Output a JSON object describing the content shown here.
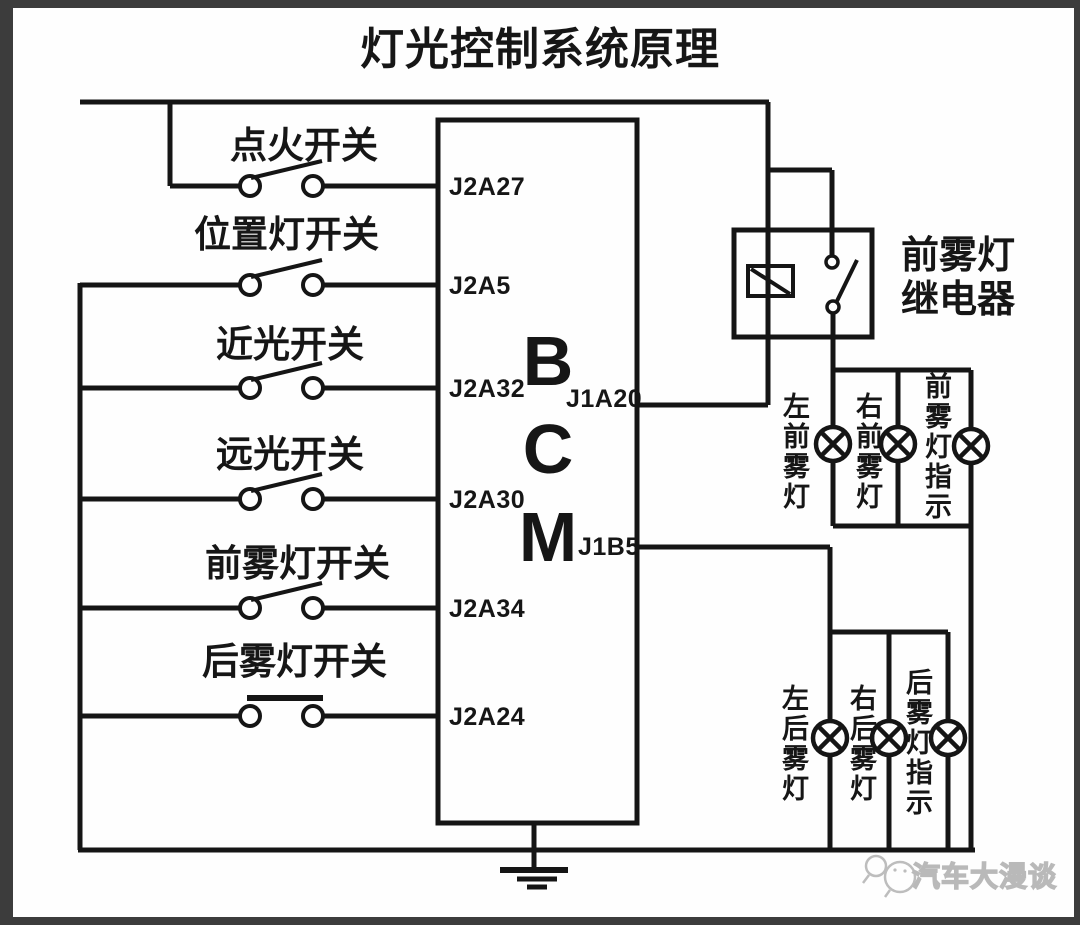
{
  "title": "灯光控制系统原理",
  "colors": {
    "line": "#151515",
    "frame": "#3c3c3c",
    "watermark": "#b9b9b9"
  },
  "bcm": {
    "letters": [
      "B",
      "C",
      "M"
    ],
    "left_pins": [
      "J2A27",
      "J2A5",
      "J2A32",
      "J2A30",
      "J2A34",
      "J2A24"
    ],
    "right_pins": [
      "J1A20",
      "J1B5"
    ]
  },
  "switches": [
    {
      "label": "点火开关",
      "pin": "J2A27"
    },
    {
      "label": "位置灯开关",
      "pin": "J2A5"
    },
    {
      "label": "近光开关",
      "pin": "J2A32"
    },
    {
      "label": "远光开关",
      "pin": "J2A30"
    },
    {
      "label": "前雾灯开关",
      "pin": "J2A34"
    },
    {
      "label": "后雾灯开关",
      "pin": "J2A24"
    }
  ],
  "relay": {
    "name": "前雾灯继电器",
    "line1": "前雾灯",
    "line2": "继电器"
  },
  "front_fog_lamps": [
    {
      "label": "左前雾灯"
    },
    {
      "label": "右前雾灯"
    },
    {
      "label": "前雾灯指示"
    }
  ],
  "rear_fog_lamps": [
    {
      "label": "左后雾灯"
    },
    {
      "label": "右后雾灯"
    },
    {
      "label": "后雾灯指示"
    }
  ],
  "watermark": {
    "text": "汽车大漫谈"
  }
}
